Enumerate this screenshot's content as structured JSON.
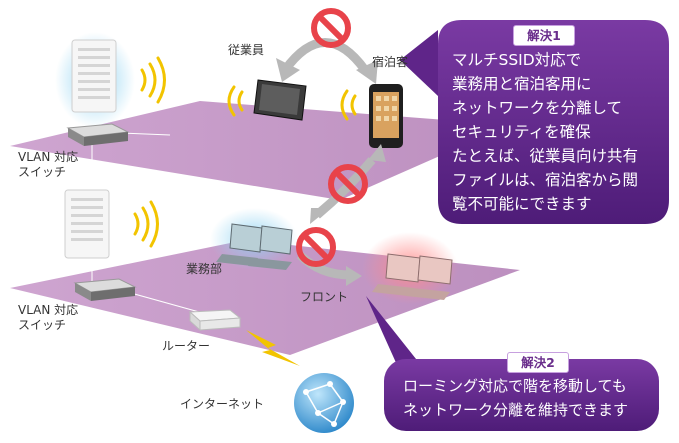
{
  "labels": {
    "staff": "従業員",
    "guest": "宿泊客",
    "vlan_top": [
      "VLAN 対応",
      "スイッチ"
    ],
    "vlan_bottom": [
      "VLAN 対応",
      "スイッチ"
    ],
    "business_dept": "業務部",
    "front": "フロント",
    "router": "ルーター",
    "internet": "インターネット"
  },
  "solution1": {
    "title": "解決1",
    "lines": [
      "マルチSSID対応で",
      "業務用と宿泊客用に",
      "ネットワークを分離して",
      "セキュリティを確保",
      "たとえば、従業員向け共有",
      "ファイルは、宿泊客から閲",
      "覧不可能にできます"
    ]
  },
  "solution2": {
    "title": "解決2",
    "lines": [
      "ローミング対応で階を移動しても",
      "ネットワーク分離を維持できます"
    ]
  },
  "colors": {
    "floor": "#c595c6",
    "callout": "#5f2589",
    "prohibit": "#e8434a",
    "wifi": "#f2c400",
    "arrow": "#b7b7b7"
  }
}
